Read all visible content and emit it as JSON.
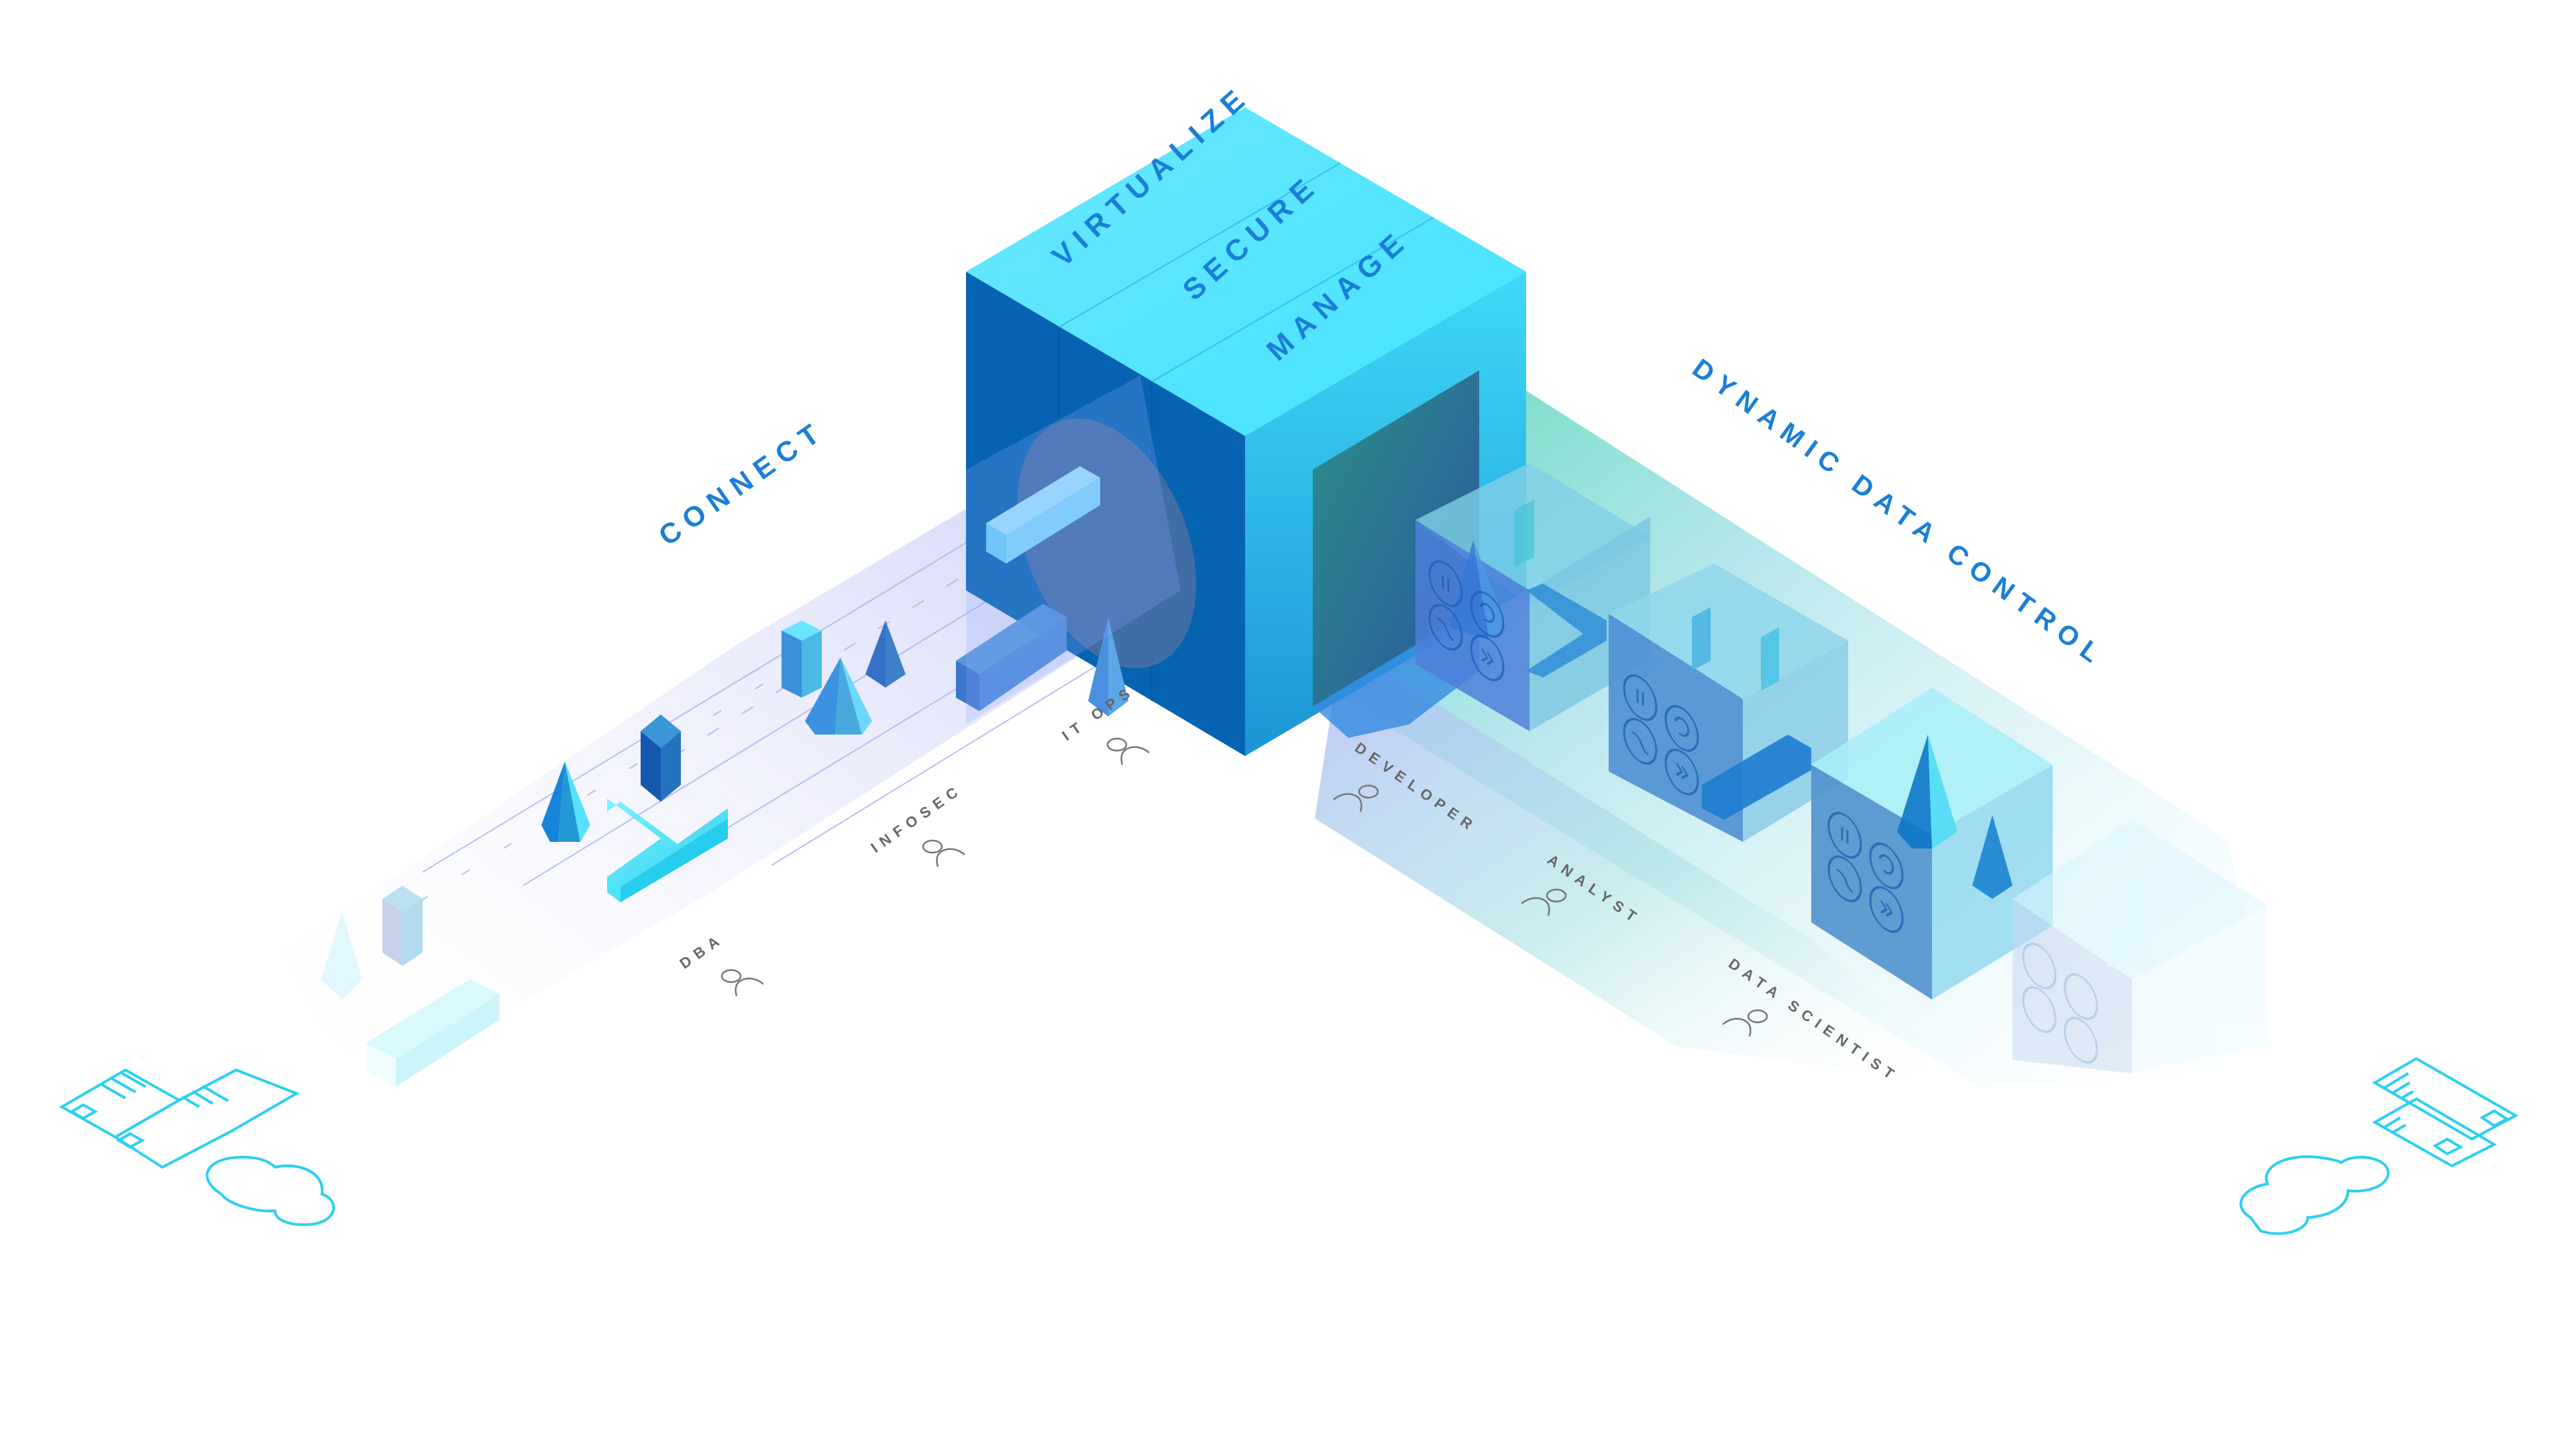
{
  "diagram": {
    "cube_faces": [
      "VIRTUALIZE",
      "SECURE",
      "MANAGE"
    ],
    "left_section_label": "CONNECT",
    "right_section_label": "DYNAMIC DATA CONTROL",
    "personas_left": [
      {
        "label": "DBA",
        "icon": "person-icon"
      },
      {
        "label": "INFOSEC",
        "icon": "person-icon"
      },
      {
        "label": "IT OPS",
        "icon": "person-icon"
      }
    ],
    "personas_right": [
      {
        "label": "DEVELOPER",
        "icon": "person-icon"
      },
      {
        "label": "ANALYST",
        "icon": "person-icon"
      },
      {
        "label": "DATA SCIENTIST",
        "icon": "person-icon"
      }
    ],
    "data_cube_controls": [
      "pause-icon",
      "refresh-icon",
      "branch-icon",
      "fast-forward-icon"
    ],
    "corner_icons": {
      "left": [
        "building-blueprint-icon",
        "cloud-icon"
      ],
      "right": [
        "building-blueprint-icon",
        "cloud-icon"
      ]
    }
  },
  "colors": {
    "label_blue": "#1a7fd8",
    "cube_top": "#5ee6ff",
    "cube_left": "#0563b1",
    "cube_right": "#3ad1f2",
    "outline_cyan": "#2bd0ef",
    "persona_gray": "#666666"
  }
}
